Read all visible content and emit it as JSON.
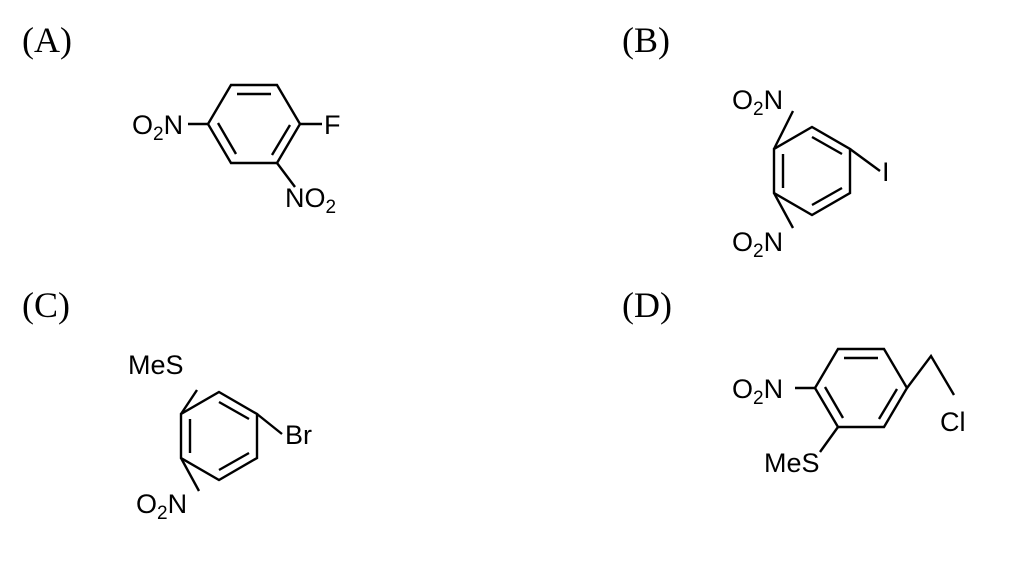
{
  "figure": {
    "panels": [
      {
        "id": "A",
        "label": "(A)",
        "groups": {
          "left_nitro": {
            "o": "O",
            "sub": "2",
            "n": "N"
          },
          "fluoro": {
            "text": "F"
          },
          "lower_nitro": {
            "n": "NO",
            "sub": "2"
          }
        }
      },
      {
        "id": "B",
        "label": "(B)",
        "groups": {
          "upper_nitro": {
            "o": "O",
            "sub": "2",
            "n": "N"
          },
          "iodo": {
            "text": "I"
          },
          "lower_nitro": {
            "o": "O",
            "sub": "2",
            "n": "N"
          }
        }
      },
      {
        "id": "C",
        "label": "(C)",
        "groups": {
          "methylthio": {
            "text": "MeS"
          },
          "bromo": {
            "text": "Br"
          },
          "nitro": {
            "o": "O",
            "sub": "2",
            "n": "N"
          }
        }
      },
      {
        "id": "D",
        "label": "(D)",
        "groups": {
          "nitro": {
            "o": "O",
            "sub": "2",
            "n": "N"
          },
          "methylthio": {
            "text": "MeS"
          },
          "chloro": {
            "text": "Cl"
          }
        }
      }
    ]
  }
}
